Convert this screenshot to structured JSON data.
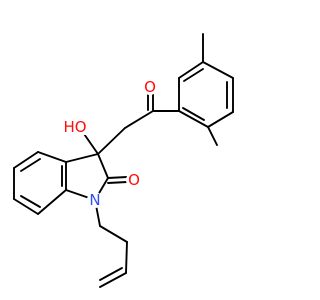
{
  "molecule": {
    "atoms": [
      {
        "id": "O1",
        "text": "O",
        "color": "#ff0d0d"
      },
      {
        "id": "O2",
        "text": "HO",
        "color": "#ff0d0d"
      },
      {
        "id": "O3",
        "text": "O",
        "color": "#ff0d0d"
      },
      {
        "id": "N1",
        "text": "N",
        "color": "#3050f8"
      }
    ],
    "bond_color": "#000000"
  }
}
